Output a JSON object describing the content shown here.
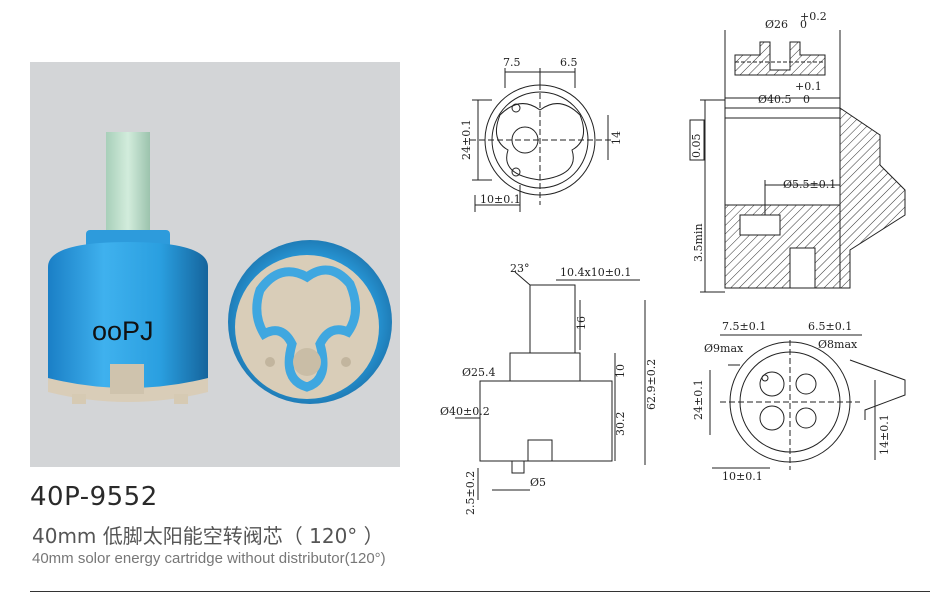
{
  "product": {
    "model": "40P-9552",
    "title_cn": "40mm 低脚太阳能空转阀芯（ 120° ）",
    "title_en": "40mm solor energy cartridge without distributor(120°)",
    "brand_mark": "ooPJ"
  },
  "dimensions": {
    "top_view": {
      "w_left": "7.5",
      "w_right": "6.5",
      "h_side": "24±0.1",
      "h_right": "14",
      "bottom": "10±0.1"
    },
    "section_view": {
      "top_dia": "Ø26",
      "top_tol_upper": "+0.2",
      "top_tol_lower": "0",
      "main_dia": "Ø40.5",
      "main_tol_upper": "+0.1",
      "main_tol_lower": "0",
      "flat": "0.05",
      "hole": "Ø5.5±0.1",
      "depth": "3.5min"
    },
    "side_view": {
      "angle": "23°",
      "stem": "10.4x10±0.1",
      "stem_h": "16",
      "spline_dia": "Ø25.4",
      "spline_h": "10",
      "body_dia": "Ø40±0.2",
      "body_h": "30.2",
      "total_h": "62.9±0.2",
      "pin_dia": "Ø5",
      "pin_h": "2.5±0.2"
    },
    "bottom_view": {
      "w_left": "7.5±0.1",
      "w_right": "6.5±0.1",
      "hole_left": "Ø9max",
      "hole_right": "Ø8max",
      "h_left": "24±0.1",
      "h_right": "14±0.1",
      "bottom": "10±0.1"
    }
  },
  "colors": {
    "body_blue": "#2a9fe0",
    "base_beige": "#d9cdb8",
    "stem_green": "#b7d9c4",
    "seal_blue": "#3fa7e0"
  }
}
